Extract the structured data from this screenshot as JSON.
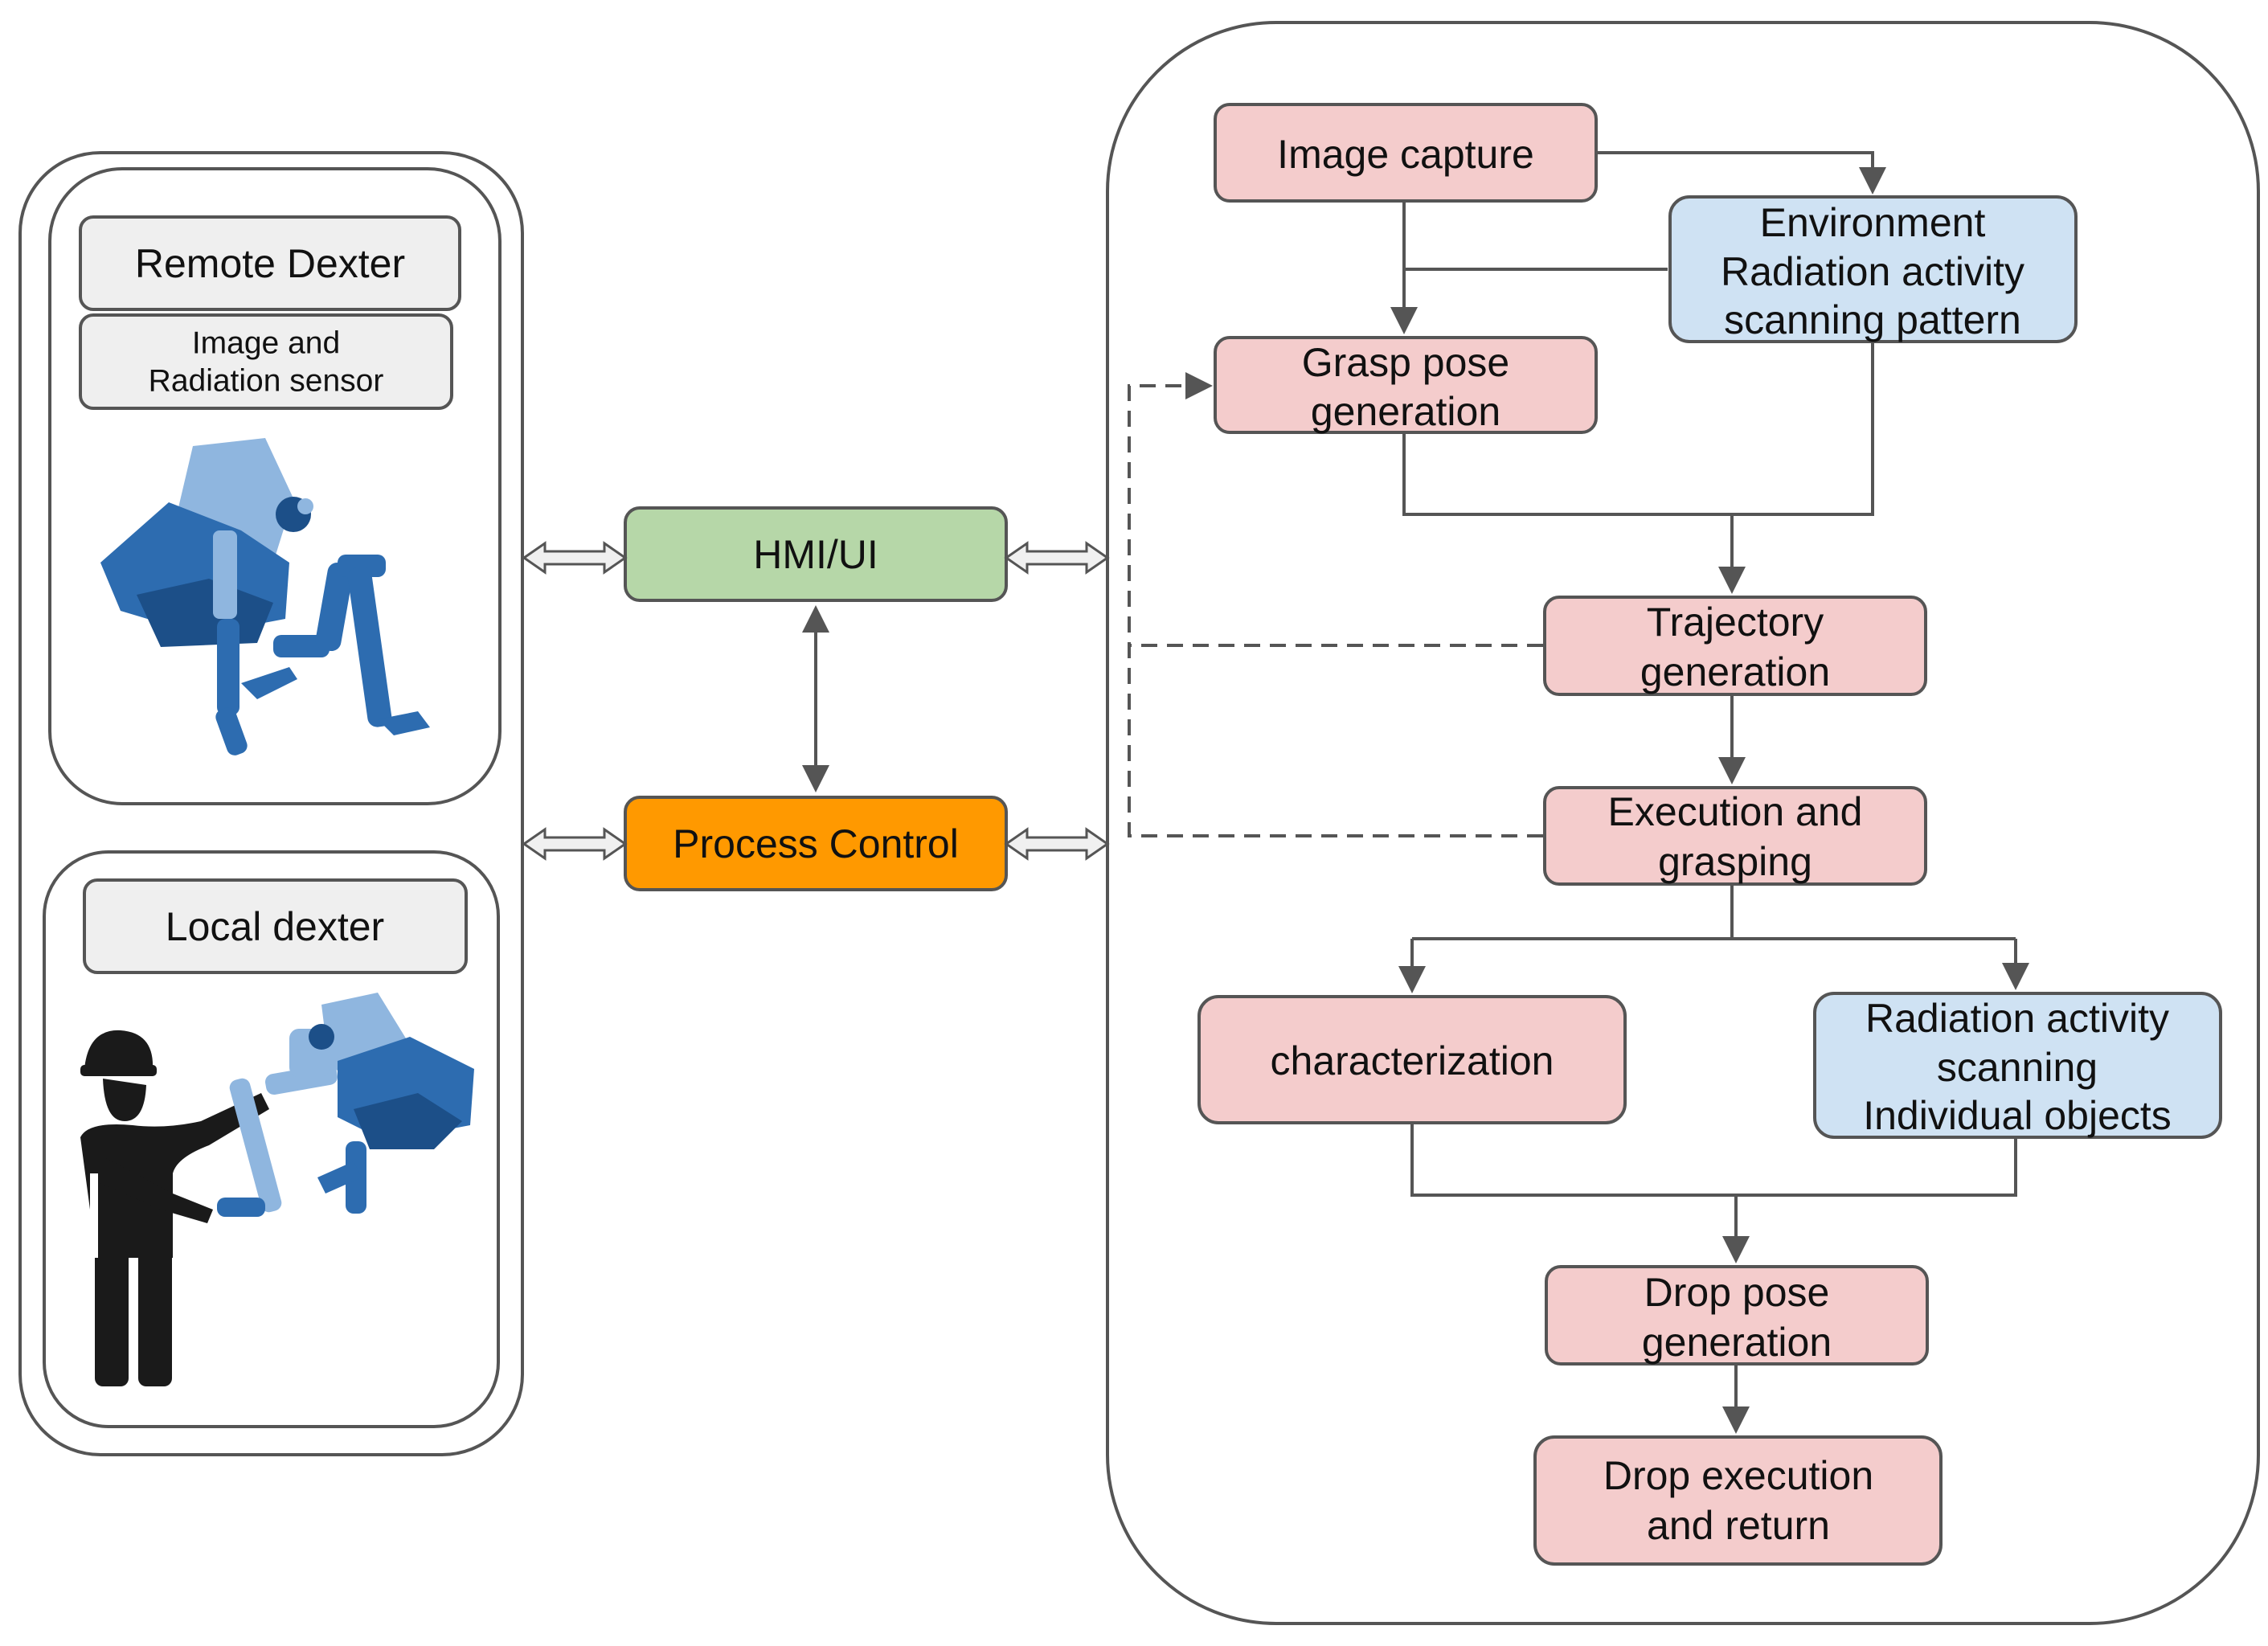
{
  "left_panel": {
    "remote": {
      "title": "Remote Dexter",
      "sensor": [
        "Image and",
        "Radiation sensor"
      ],
      "robot_icon": "dual-arm-robot-icon"
    },
    "local": {
      "title": "Local dexter",
      "worker_icon": "worker-with-helmet-icon",
      "robot_icon": "dual-arm-robot-icon"
    }
  },
  "center": {
    "hmi": {
      "label": "HMI/UI",
      "color": "#b6d7a8"
    },
    "process": {
      "label": "Process Control",
      "color": "#ff9900"
    }
  },
  "workflow": {
    "image_capture": [
      "Image capture"
    ],
    "environment": [
      "Environment",
      "Radiation activity",
      "scanning pattern"
    ],
    "grasp_pose": [
      "Grasp pose",
      "generation"
    ],
    "trajectory": [
      "Trajectory",
      "generation"
    ],
    "execution": [
      "Execution and",
      "grasping"
    ],
    "characterization": [
      "characterization"
    ],
    "radiation_objects": [
      "Radiation activity",
      "scanning",
      "Individual objects"
    ],
    "drop_pose": [
      "Drop pose",
      "generation"
    ],
    "drop_execution": [
      "Drop execution",
      "and return"
    ]
  },
  "colors": {
    "pink": "#f4cccc",
    "blue": "#cfe2f3",
    "gray": "#efefef",
    "line": "#555555"
  }
}
